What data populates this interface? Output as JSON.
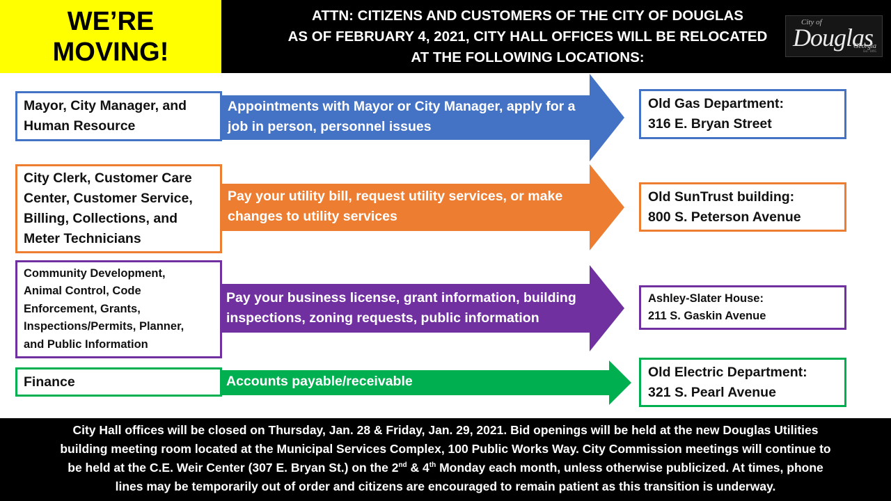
{
  "header": {
    "moving_lines": [
      "WE’RE",
      "MOVING!"
    ],
    "attn_lines": [
      "ATTN: CITIZENS AND CUSTOMERS OF THE CITY OF DOUGLAS",
      "AS OF FEBRUARY 4, 2021, CITY HALL OFFICES WILL BE RELOCATED",
      "AT THE FOLLOWING LOCATIONS:"
    ],
    "logo": {
      "city": "City of",
      "name": "Douglas",
      "state": "Georgia",
      "est": "Est. 1895"
    }
  },
  "colors": {
    "blue": "#4472c4",
    "orange": "#ed7d31",
    "purple": "#7030a0",
    "green": "#00b050"
  },
  "rows": [
    {
      "departments": [
        "Mayor, City Manager, and",
        "Human Resource"
      ],
      "services": [
        "Appointments with Mayor or City Manager, apply for a",
        "job  in person, personnel issues"
      ],
      "location": [
        "Old Gas Department:",
        "316 E. Bryan Street"
      ]
    },
    {
      "departments": [
        "City Clerk, Customer Care",
        "Center, Customer Service,",
        "Billing, Collections, and",
        "Meter Technicians"
      ],
      "services": [
        "Pay your utility bill, request utility services, or make",
        "changes to utility services"
      ],
      "location": [
        "Old SunTrust building:",
        "800 S. Peterson Avenue"
      ]
    },
    {
      "departments": [
        "Community  Development,",
        "Animal Control,  Code",
        "Enforcement,  Grants,",
        "Inspections/Permits,  Planner,",
        "and  Public  Information"
      ],
      "services": [
        "Pay your business license, grant information, building",
        "inspections, zoning requests, public information"
      ],
      "location": [
        "Ashley-Slater House:",
        "211 S. Gaskin  Avenue"
      ]
    },
    {
      "departments": [
        "Finance"
      ],
      "services": [
        "Accounts payable/receivable"
      ],
      "location": [
        "Old Electric Department:",
        "321 S. Pearl Avenue"
      ]
    }
  ],
  "footer": {
    "line1": "City Hall offices will be closed on Thursday, Jan. 28 & Friday, Jan. 29, 2021. Bid openings will be held at the new Douglas Utilities",
    "line2": "building meeting room located at the Municipal Services Complex, 100 Public Works Way. City Commission meetings will continue to",
    "line3_pre": "be held at the C.E. Weir Center (307 E. Bryan St.) on the 2",
    "ord1": "nd",
    "line3_mid": " & 4",
    "ord2": "th",
    "line3_post": " Monday each month, unless otherwise publicized. At times, phone",
    "line4": "lines may be temporarily out of order and citizens are encouraged to remain patient as this transition is underway."
  }
}
